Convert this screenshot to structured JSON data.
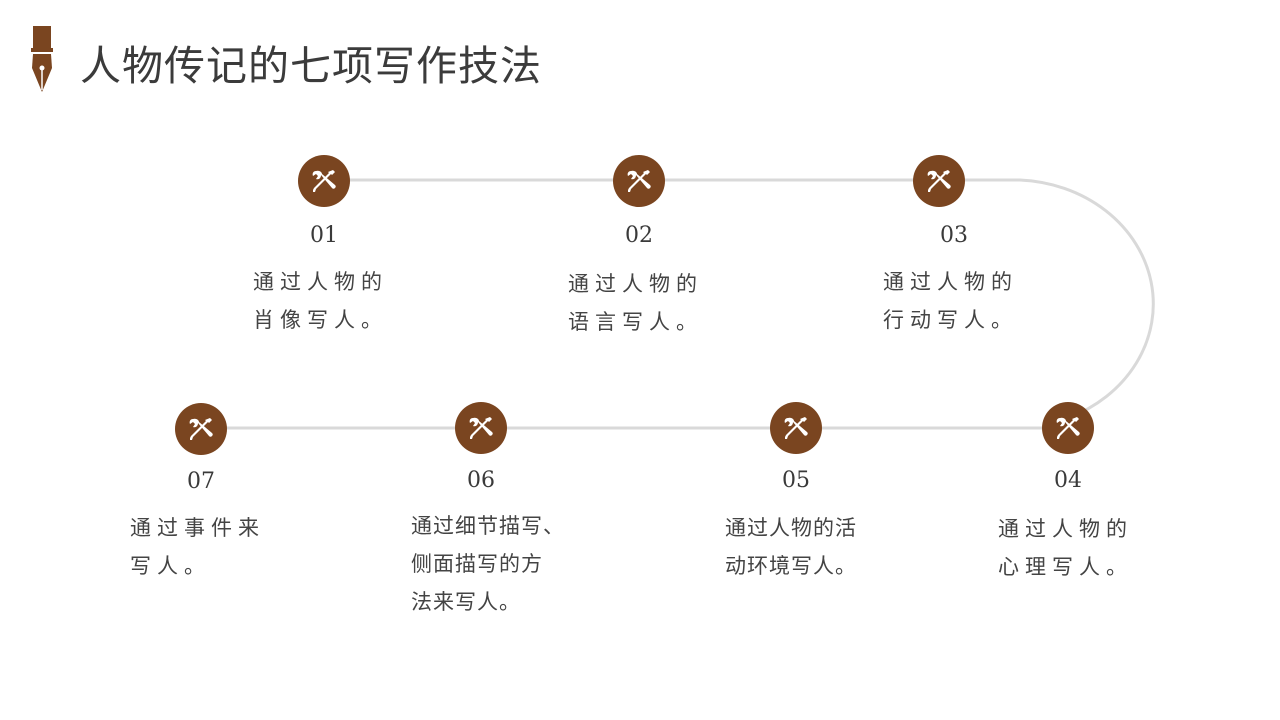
{
  "title": "人物传记的七项写作技法",
  "colors": {
    "accent": "#7a4520",
    "path": "#d9d9d9",
    "text": "#3a3a3a"
  },
  "icons": {
    "step": "tools-icon",
    "logo": "fountain-pen-icon"
  },
  "steps": [
    {
      "number": "01",
      "text": "通过人物的\n肖像写人。"
    },
    {
      "number": "02",
      "text": "通过人物的\n语言写人。"
    },
    {
      "number": "03",
      "text": "通过人物的\n行动写人。"
    },
    {
      "number": "04",
      "text": "通过人物的\n心理写人。"
    },
    {
      "number": "05",
      "text": "通过人物的活\n动环境写人。"
    },
    {
      "number": "06",
      "text": "通过细节描写、\n侧面描写的方\n法来写人。"
    },
    {
      "number": "07",
      "text": "通过事件来\n写人。"
    }
  ]
}
